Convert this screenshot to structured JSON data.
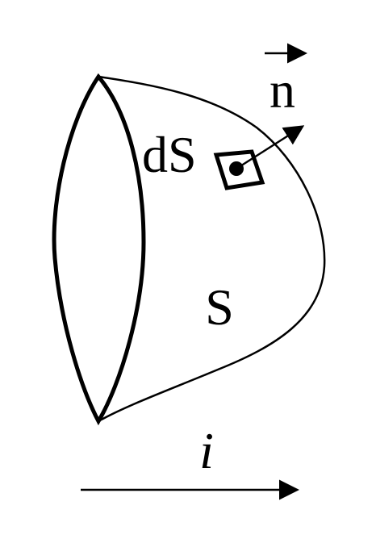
{
  "diagram": {
    "labels": {
      "normal_vector": "n",
      "surface_element": "dS",
      "surface": "S",
      "current": "i"
    }
  }
}
